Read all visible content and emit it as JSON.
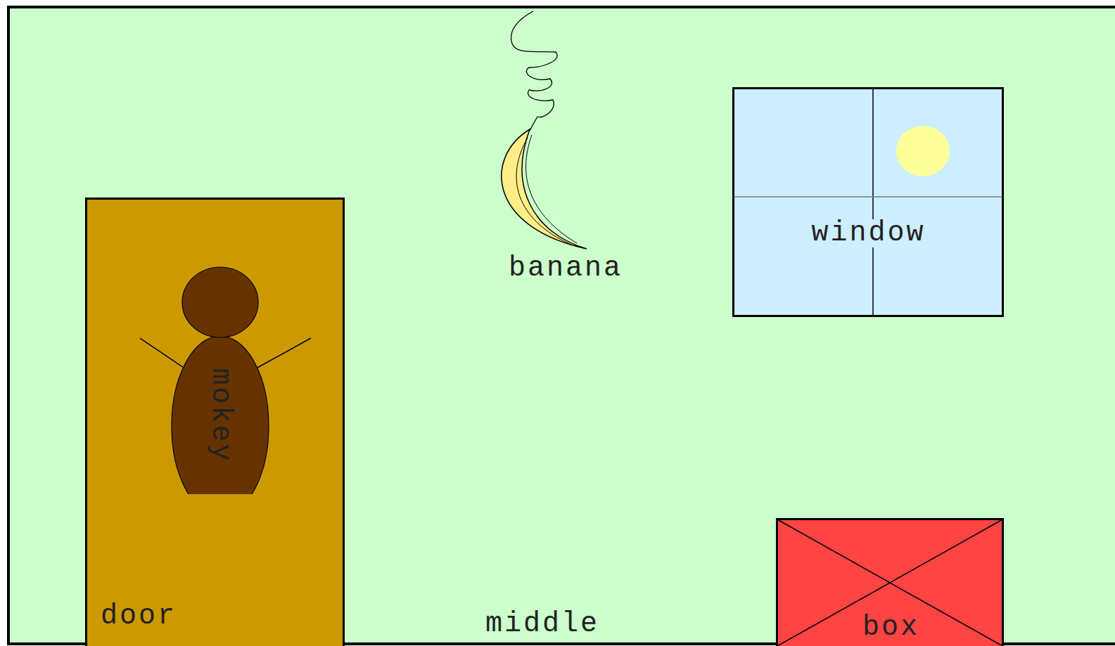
{
  "diagram": {
    "nodes": [
      {
        "text": [
          "window"
        ]
      },
      {
        "text": [
          "door"
        ]
      },
      {
        "text": [
          "mokey"
        ],
        "in": 1
      },
      {
        "text": [
          "box"
        ]
      }
    ],
    "labels": [
      "banana",
      "middle"
    ]
  }
}
